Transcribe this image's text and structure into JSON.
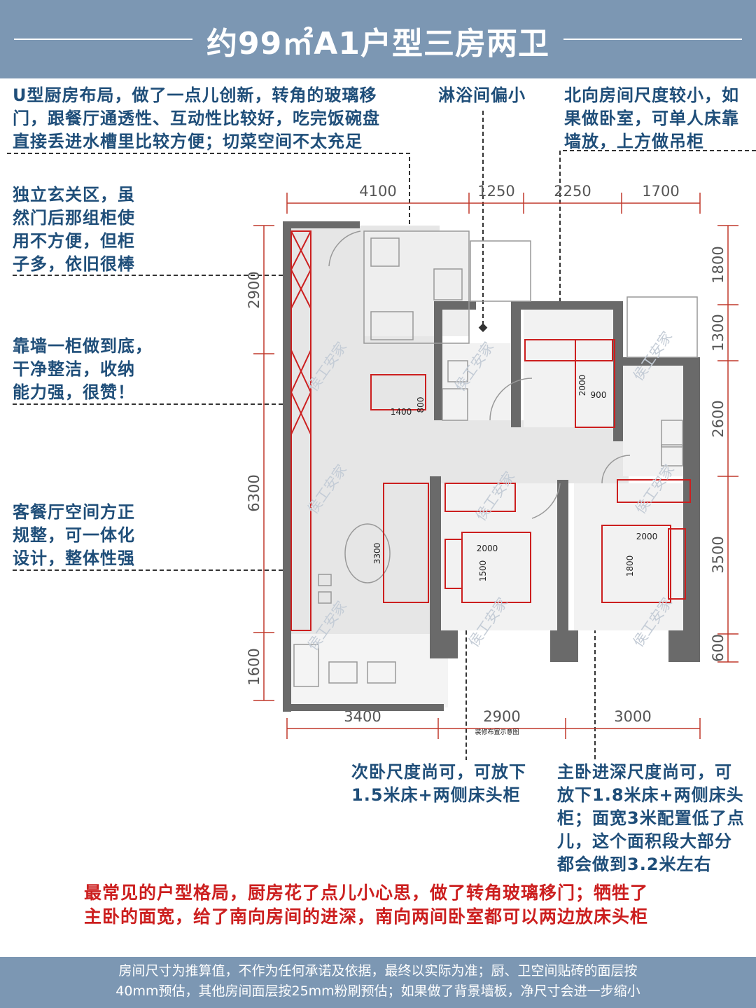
{
  "title": "约99㎡A1户型三房两卫",
  "notes": {
    "kitchen": [
      "U型厨房布局，做了一点儿创新，转角的玻璃移",
      "门，跟餐厅通透性、互动性比较好，吃完饭碗盘",
      "直接丢进水槽里比较方便；切菜空间不太充足"
    ],
    "shower": [
      "淋浴间偏小"
    ],
    "north_room": [
      "北向房间尺度较小，如",
      "果做卧室，可单人床靠",
      "墙放，上方做吊柜"
    ],
    "entrance": [
      "独立玄关区，虽",
      "然门后那组柜使",
      "用不方便，但柜",
      "子多，依旧很棒"
    ],
    "wall_cabinet": [
      "靠墙一柜做到底，",
      "干净整洁，收纳",
      "能力强，很赞！"
    ],
    "living": [
      "客餐厅空间方正",
      "规整，可一体化",
      "设计，整体性强"
    ],
    "second_bedroom": [
      "次卧尺度尚可，可放下",
      "1.5米床+两侧床头柜"
    ],
    "master_bedroom": [
      "主卧进深尺度尚可，可",
      "放下1.8米床+两侧床头",
      "柜；面宽3米配置低了点",
      "儿，这个面积段大部分",
      "都会做到3.2米左右"
    ]
  },
  "summary": [
    "最常见的户型格局，厨房花了点儿小心思，做了转角玻璃移门；牺牲了",
    "主卧的面宽，给了南向房间的进深，南向两间卧室都可以两边放床头柜"
  ],
  "footer": [
    "房间尺寸为推算值，不作为任何承诺及依据，最终以实际为准；厨、卫空间贴砖的面层按",
    "40mm预估，其他房间面层按25mm粉刷预估；如果做了背景墙板，净尺寸会进一步缩小"
  ],
  "plan": {
    "dims_top": [
      "4100",
      "1250",
      "2250",
      "1700"
    ],
    "dims_bottom": [
      "3400",
      "2900",
      "3000"
    ],
    "dims_left": [
      "2900",
      "6300",
      "1600"
    ],
    "dims_right": [
      "1800",
      "1300",
      "2600",
      "3500",
      "600"
    ],
    "furniture_labels": {
      "dining_table_w": "1400",
      "dining_table_d": "800",
      "north_bed_l": "2000",
      "north_bed_w": "900",
      "sofa_l": "3300",
      "second_bed_l": "2000",
      "second_bed_w": "1500",
      "master_bed_l": "2000",
      "master_bed_w": "1800"
    },
    "watermark": "侯工安家",
    "caption": "装修布置示意图"
  },
  "colors": {
    "header": "#7c97b3",
    "note_text": "#1f4e79",
    "summary_text": "#cc1f1f",
    "accent_red": "#cc1f1f"
  }
}
